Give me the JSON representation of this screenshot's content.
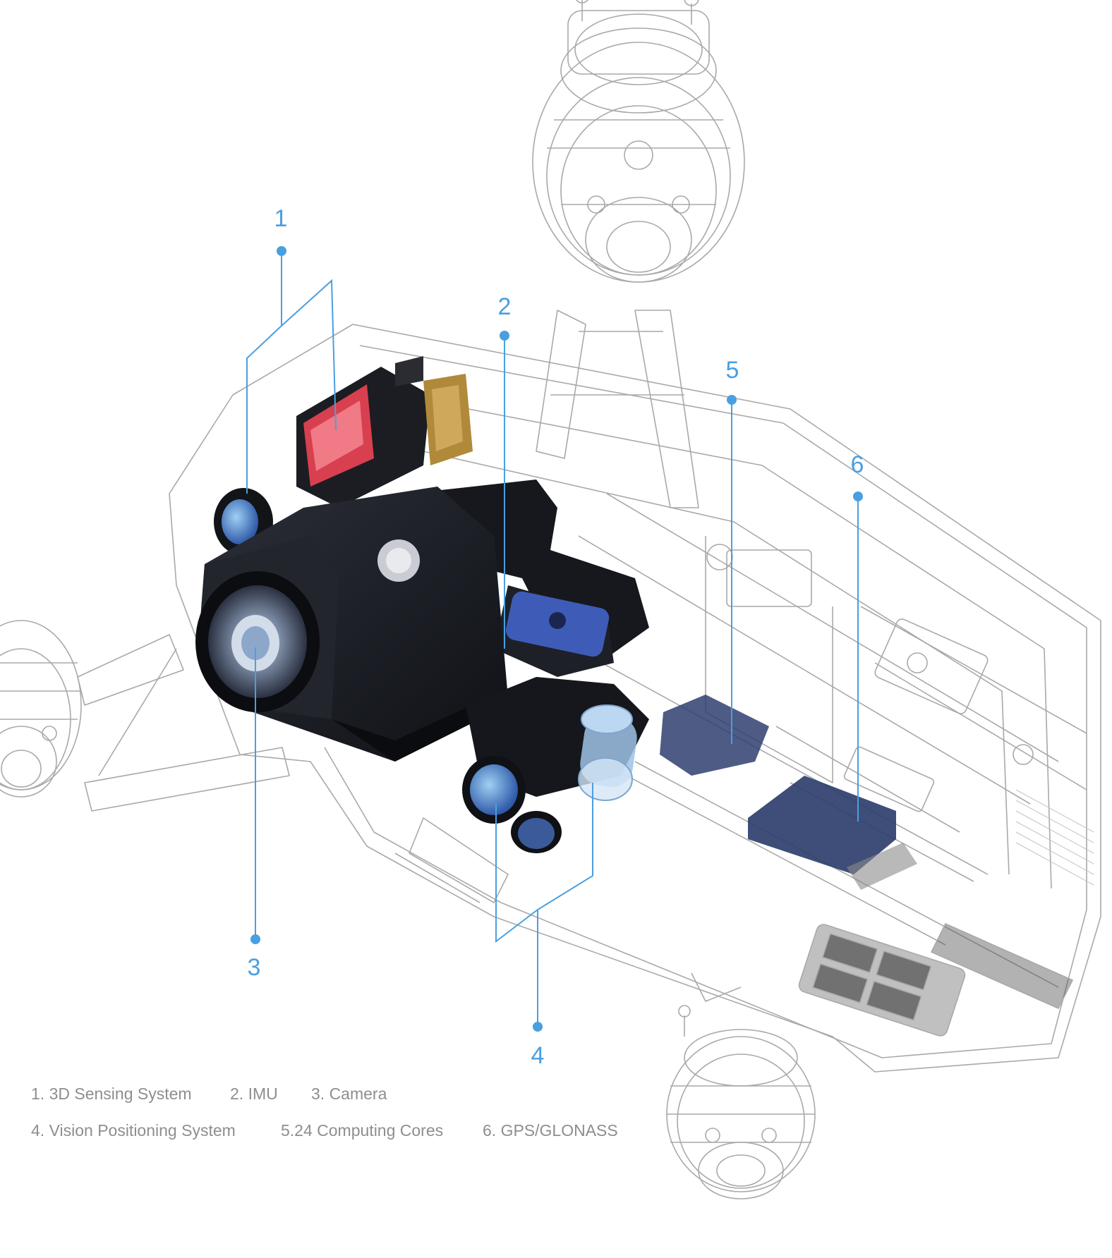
{
  "callouts": [
    {
      "number": "1"
    },
    {
      "number": "2"
    },
    {
      "number": "3"
    },
    {
      "number": "4"
    },
    {
      "number": "5"
    },
    {
      "number": "6"
    }
  ],
  "legend": {
    "row1": [
      "1. 3D Sensing System",
      "2. IMU",
      "3. Camera"
    ],
    "row2": [
      "4. Vision Positioning System",
      "5.24 Computing Cores",
      "6. GPS/GLONASS"
    ]
  },
  "colors": {
    "accent": "#4a9fe0",
    "legend_text": "#8e8e8e",
    "wireframe": "#9a9a9a",
    "component_dark": "#1c1e24",
    "chip_blue": "#2f3e6e",
    "sensor_red": "#d8404f",
    "gold": "#b08a3a"
  }
}
